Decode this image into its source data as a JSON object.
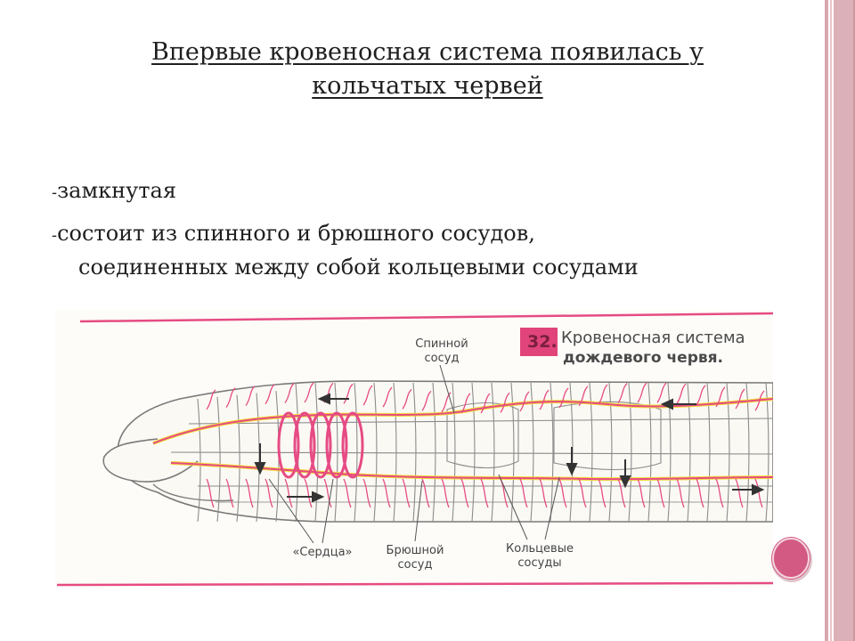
{
  "slide": {
    "title_line1": "Впервые кровеносная система появилась у",
    "title_line2": "кольчатых червей",
    "bullets": [
      {
        "dash": "-",
        "text": "замкнутая"
      },
      {
        "dash": "-",
        "text": "состоит из спинного и брюшного сосудов,"
      },
      {
        "dash": "",
        "text": "соединенных между собой кольцевыми сосудами"
      }
    ]
  },
  "figure": {
    "number": "32.",
    "caption_line1": "Кровеносная система",
    "caption_line2": "дождевого червя.",
    "labels": {
      "dorsal_line1": "Спинной",
      "dorsal_line2": "сосуд",
      "hearts": "«Сердца»",
      "ventral_line1": "Брюшной",
      "ventral_line2": "сосуд",
      "ring_line1": "Кольцевые",
      "ring_line2": "сосуды"
    }
  },
  "colors": {
    "border_pink": "#d9a8b0",
    "vessel_pink": "#e64b83",
    "vessel_yellow": "#f2df3a",
    "badge_magenta": "#e0447a",
    "circle_pink": "#d35a82"
  }
}
